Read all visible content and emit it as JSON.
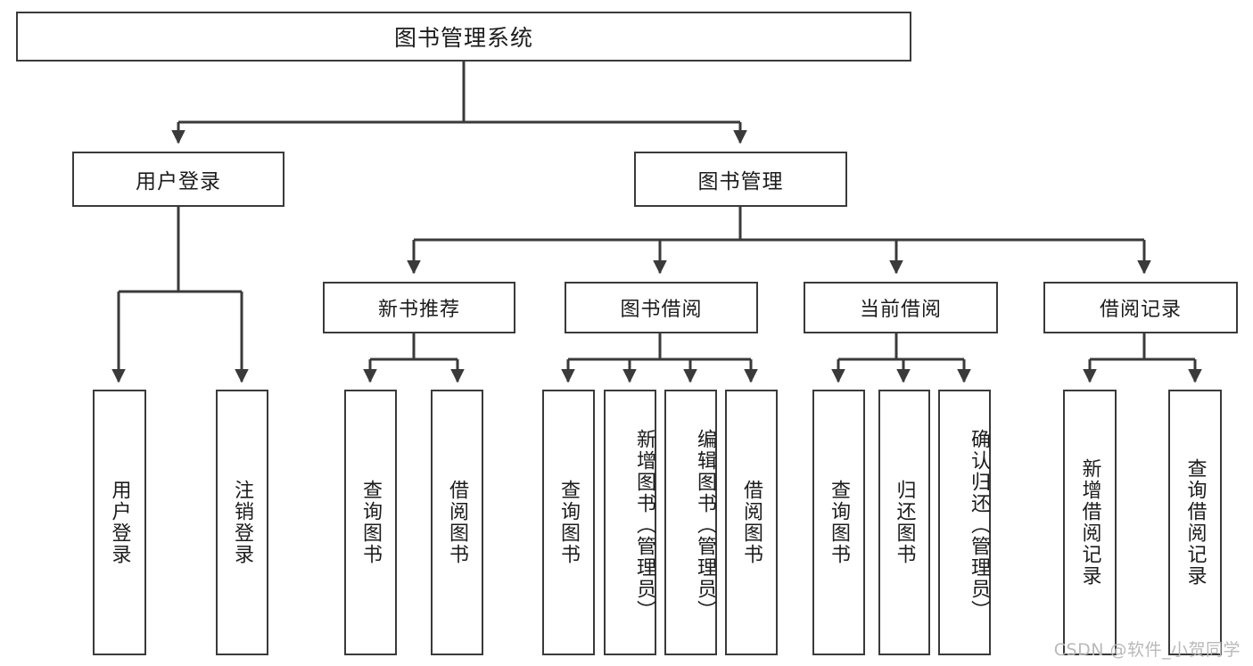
{
  "diagram": {
    "title": "图书管理系统",
    "type": "tree",
    "stroke_color": "#3a3a3a",
    "background_color": "#ffffff",
    "text_color": "#1c1c1c",
    "levels": {
      "root": {
        "label": "图书管理系统"
      },
      "level2": [
        {
          "label": "用户登录"
        },
        {
          "label": "图书管理"
        }
      ],
      "level3": [
        {
          "label": "新书推荐"
        },
        {
          "label": "图书借阅"
        },
        {
          "label": "当前借阅"
        },
        {
          "label": "借阅记录"
        }
      ],
      "leaves": [
        {
          "label": "用户登录",
          "parent": "用户登录"
        },
        {
          "label": "注销登录",
          "parent": "用户登录"
        },
        {
          "label": "查询图书",
          "parent": "新书推荐"
        },
        {
          "label": "借阅图书",
          "parent": "新书推荐"
        },
        {
          "label": "查询图书",
          "parent": "图书借阅"
        },
        {
          "label": "新增图书（管理员）",
          "parent": "图书借阅"
        },
        {
          "label": "编辑图书（管理员）",
          "parent": "图书借阅"
        },
        {
          "label": "借阅图书",
          "parent": "图书借阅"
        },
        {
          "label": "查询图书",
          "parent": "当前借阅"
        },
        {
          "label": "归还图书",
          "parent": "当前借阅"
        },
        {
          "label": "确认归还（管理员）",
          "parent": "当前借阅"
        },
        {
          "label": "新增借阅记录",
          "parent": "借阅记录"
        },
        {
          "label": "查询借阅记录",
          "parent": "借阅记录"
        }
      ]
    }
  },
  "watermark": {
    "text": "CSDN @软件_小贺同学"
  }
}
